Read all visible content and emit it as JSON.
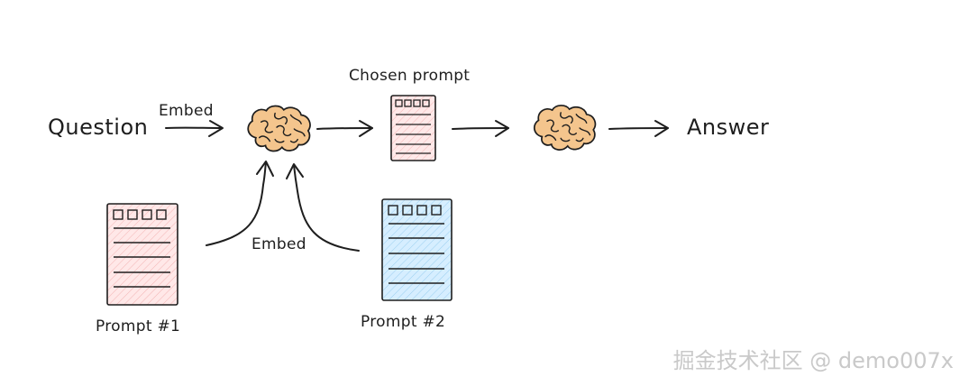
{
  "labels": {
    "question": "Question",
    "embed_top": "Embed",
    "chosen_prompt": "Chosen prompt",
    "answer": "Answer",
    "embed_bottom": "Embed",
    "prompt1": "Prompt #1",
    "prompt2": "Prompt #2"
  },
  "watermark": "掘金技术社区 @ demo007x",
  "colors": {
    "pink_doc": "#ffe3e3",
    "blue_doc": "#d0ebff",
    "brain": "#f4c58d",
    "ink": "#1e1e1e"
  },
  "icons": {
    "brain": "brain-icon",
    "document": "document-icon"
  }
}
